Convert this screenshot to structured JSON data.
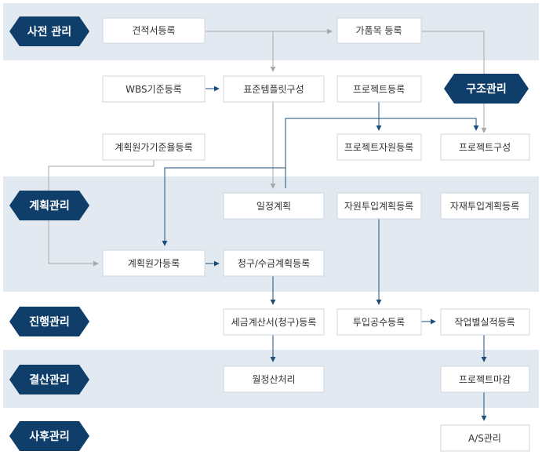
{
  "colors": {
    "band": "#e2e9f1",
    "hexagon": "#0f3e6a",
    "hexagon_text": "#ffffff",
    "box_border": "#cfd6dd",
    "box_text": "#333333",
    "arrow_navy": "#1b4e7c",
    "arrow_gray": "#a9a9a9"
  },
  "stages": [
    {
      "id": "pre",
      "label": "사전 관리"
    },
    {
      "id": "struct",
      "label": "구조관리"
    },
    {
      "id": "plan",
      "label": "계획관리"
    },
    {
      "id": "prog",
      "label": "진행관리"
    },
    {
      "id": "close",
      "label": "결산관리"
    },
    {
      "id": "after",
      "label": "사후관리"
    }
  ],
  "steps": [
    {
      "id": "estimate",
      "label": "견적서등록"
    },
    {
      "id": "price_item",
      "label": "가품목 등록"
    },
    {
      "id": "wbs",
      "label": "WBS기준등록"
    },
    {
      "id": "template",
      "label": "표준템플릿구성"
    },
    {
      "id": "project_reg",
      "label": "프로젝트등록"
    },
    {
      "id": "cost_basis",
      "label": "계획원가기준율등록"
    },
    {
      "id": "project_resource",
      "label": "프로젝트자원등록"
    },
    {
      "id": "project_compose",
      "label": "프로젝트구성"
    },
    {
      "id": "schedule",
      "label": "일정계획"
    },
    {
      "id": "resource_plan",
      "label": "자원투입계획등록"
    },
    {
      "id": "material_plan",
      "label": "자재투입계획등록"
    },
    {
      "id": "cost_plan",
      "label": "계획원가등록"
    },
    {
      "id": "billing_plan",
      "label": "청구/수금계획등록"
    },
    {
      "id": "tax_invoice",
      "label": "세금계산서(청구)등록"
    },
    {
      "id": "labor_input",
      "label": "투입공수등록"
    },
    {
      "id": "work_result",
      "label": "작업별실적등록"
    },
    {
      "id": "month_close",
      "label": "월정산처리"
    },
    {
      "id": "project_close",
      "label": "프로젝트마감"
    },
    {
      "id": "as",
      "label": "A/S관리"
    }
  ]
}
